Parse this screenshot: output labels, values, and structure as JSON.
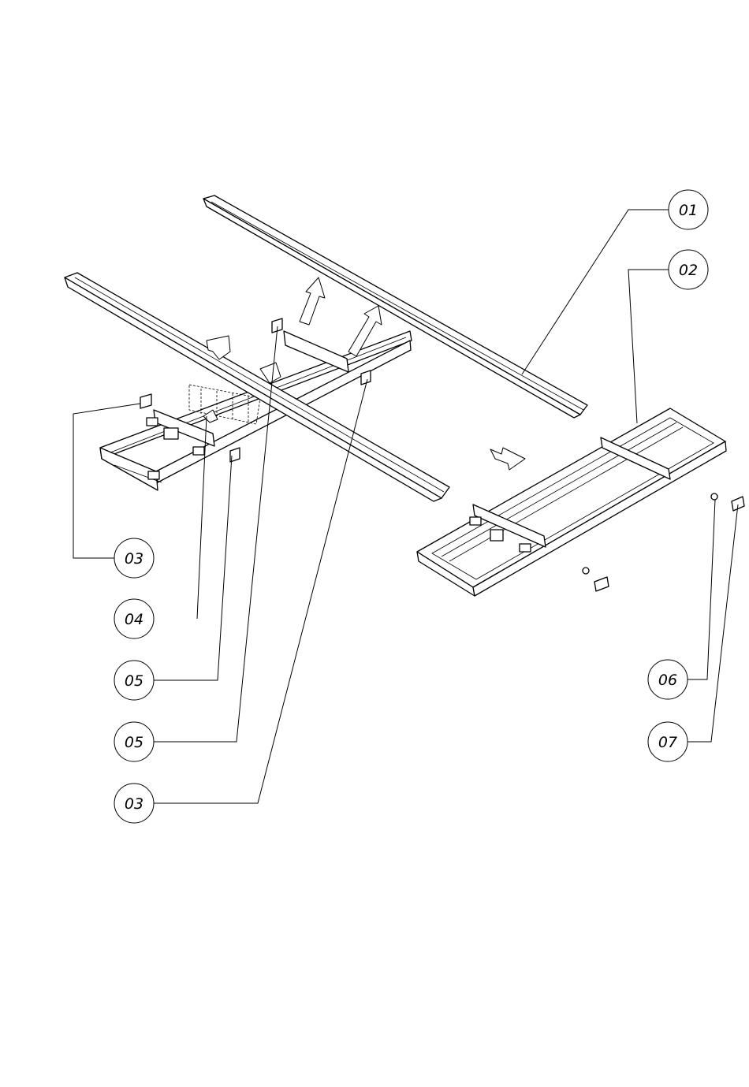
{
  "balloons": [
    {
      "label": "01"
    },
    {
      "label": "02"
    },
    {
      "label": "03"
    },
    {
      "label": "04"
    },
    {
      "label": "05"
    },
    {
      "label": "05"
    },
    {
      "label": "03"
    },
    {
      "label": "06"
    },
    {
      "label": "07"
    }
  ]
}
